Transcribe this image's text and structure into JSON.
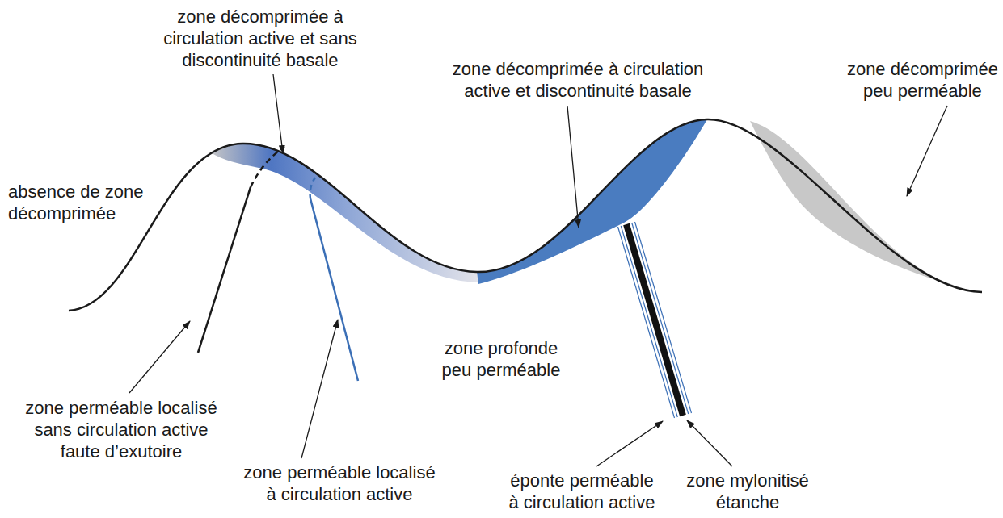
{
  "diagram": {
    "labels": [
      "zone décomprimée à circulation active et sans discontinuité basale",
      "zone décomprimée à circulation active et discontinuité basale",
      "zone décomprimée peu perméable",
      "absence de zone décomprimée",
      "zone profonde peu perméable",
      "zone perméable localisé sans circulation active faute d’exutoire",
      "zone perméable localisé à circulation active",
      "éponte perméable à circulation active",
      "zone mylonitisé étanche"
    ]
  }
}
